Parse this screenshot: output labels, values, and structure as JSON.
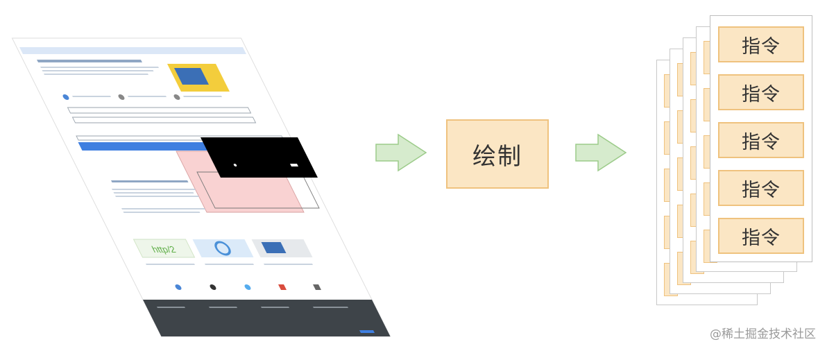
{
  "paint_label": "绘制",
  "command_label": "指令",
  "watermark": "@稀土掘金技术社区",
  "colors": {
    "box_fill": "#fbe6c4",
    "box_border": "#efc27e",
    "arrow_fill": "#d6ebcd",
    "arrow_stroke": "#9ccb8a",
    "footer_dark": "#3e4449",
    "highlight_blue": "#3f7fe0",
    "overlay_pink": "#f9d2d2"
  },
  "page_graphic": {
    "logo_text": "http/2"
  }
}
